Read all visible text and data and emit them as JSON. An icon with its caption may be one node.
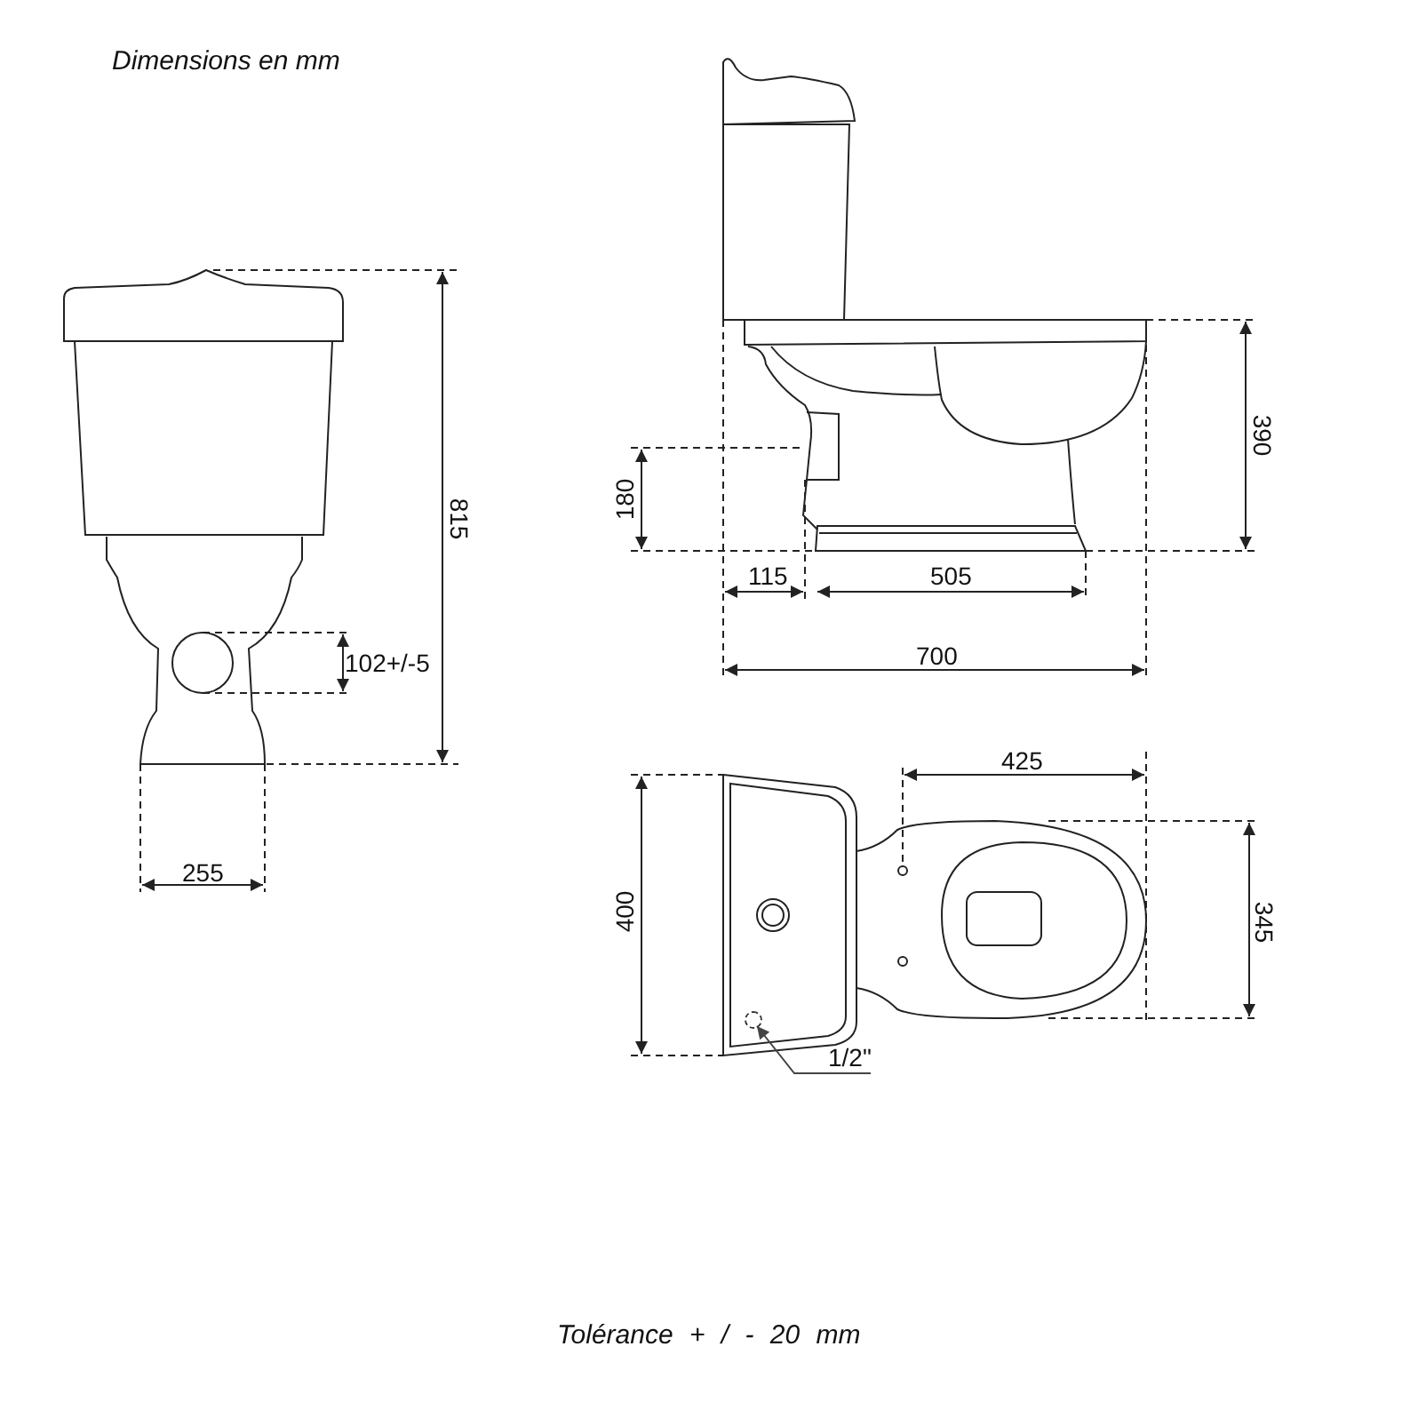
{
  "diagram": {
    "caption": "Tolérance + / - 20 mm",
    "nodes": [
      {
        "text": [
          "1/2\""
        ]
      },
      {
        "text": [],
        "shape": "circle"
      }
    ],
    "edges": [
      {
        "from": 0,
        "to": 1,
        "arrow": "to"
      }
    ],
    "labels": [
      "Dimensions en mm",
      "815",
      "102+/-5",
      "255",
      "180",
      "390",
      "115",
      "505",
      "700",
      "400",
      "425",
      "345"
    ]
  }
}
